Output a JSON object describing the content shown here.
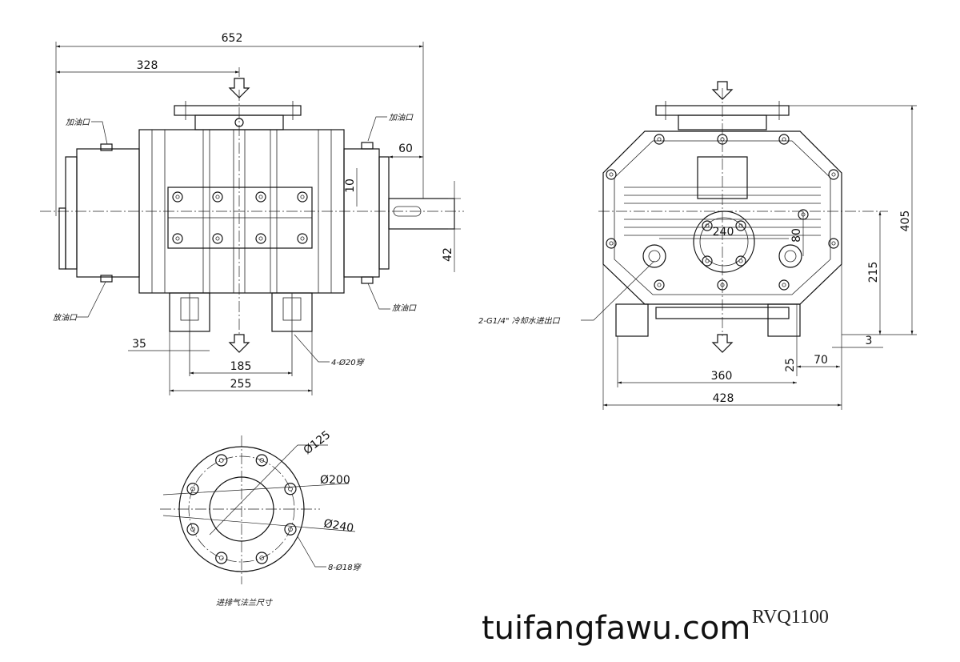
{
  "front_view": {
    "dims": {
      "overall_length": "652",
      "half_length": "328",
      "shaft_ext": "60",
      "key_offset": "10",
      "shaft_height": "42",
      "foot_edge": "35",
      "foot_spacing": "185",
      "foot_span": "255"
    },
    "labels": {
      "oil_fill_left": "加油口",
      "oil_fill_right": "加油口",
      "oil_drain_left": "放油口",
      "oil_drain_right": "放油口",
      "foot_holes": "4-Ø20穿"
    }
  },
  "side_view": {
    "dims": {
      "flange_dia": "240",
      "port_dist": "80",
      "height": "405",
      "center_height": "215",
      "foot_offset": "3",
      "foot_hole_dist": "70",
      "foot_thickness": "25",
      "foot_hole_span": "360",
      "overall_width": "428"
    },
    "labels": {
      "cooling_water": "2-G1/4\" 冷却水进出口"
    }
  },
  "flange_view": {
    "dims": {
      "inner_dia": "Ø125",
      "pitch_dia": "Ø200",
      "outer_dia": "Ø240",
      "holes": "8-Ø18穿"
    },
    "caption": "进排气法兰尺寸"
  },
  "model_code": "RVQ1100",
  "watermark": "tuifangfawu.com"
}
